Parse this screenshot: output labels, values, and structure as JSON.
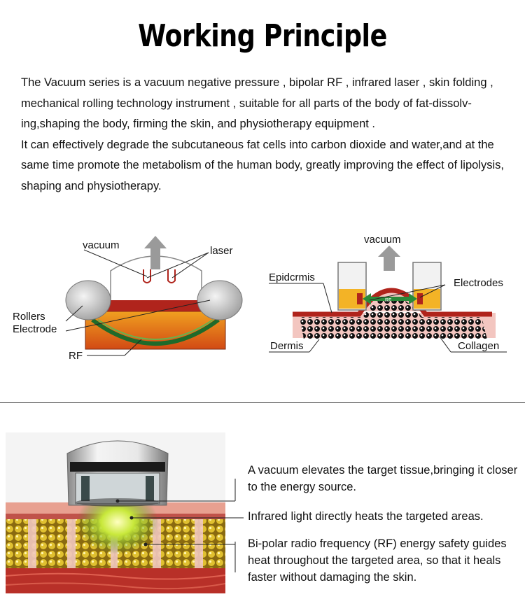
{
  "title": "Working Principle",
  "intro": {
    "p1": "The Vacuum series is a vacuum negative pressure , bipolar RF , infrared laser , skin folding , mechanical rolling technology instrument , suitable for all parts of the body of fat-dissolv-ing,shaping the body, firming the skin, and physiotherapy equipment .",
    "p2": "It can effectively degrade the subcutaneous fat cells into carbon dioxide and water,and at the same time promote the metabolism of the human body, greatly improving the effect of lipolysis, shaping and physiotherapy."
  },
  "diagram_left": {
    "vacuum": "vacuum",
    "laser": "laser",
    "rollers": "Rollers",
    "electrode": "Electrode",
    "rf": "RF"
  },
  "diagram_right": {
    "vacuum": "vacuum",
    "epidermis": "Epidcrmis",
    "electrodes": "Electrodes",
    "dermis": "Dermis",
    "collagen": "Collagen",
    "rf": "RF"
  },
  "features": [
    {
      "text": "A vacuum elevates the target tissue,bringing it closer to the energy source."
    },
    {
      "text": "Infrared light directly heats the targeted areas."
    },
    {
      "text": "Bi-polar radio frequency (RF) energy safety guides heat throughout the targeted area, so that it heals faster without damaging the skin."
    }
  ],
  "colors": {
    "fat_orange": "#e8641a",
    "tissue_red": "#b0241c",
    "rf_green": "#2a8a3a",
    "skin_pink": "#f3c6c0"
  }
}
